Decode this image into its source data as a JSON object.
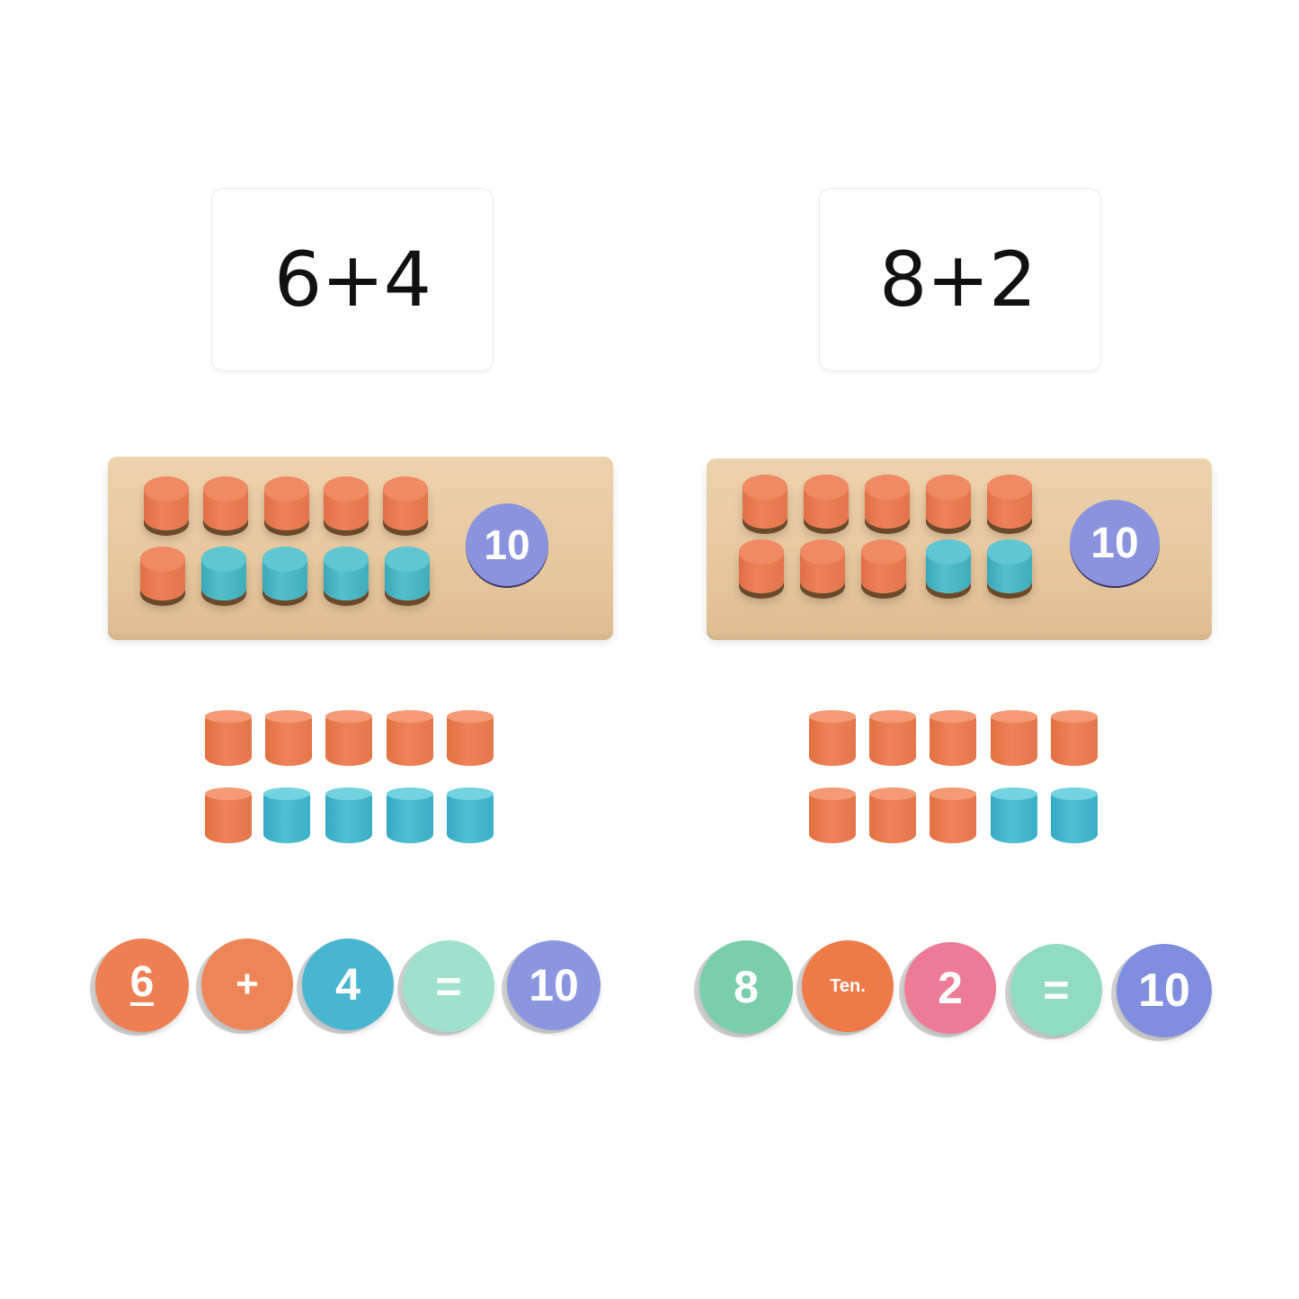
{
  "colors": {
    "orange": "#ED7D50",
    "blue": "#48B8C8",
    "mint": "#8DD9C3",
    "purple": "#8A93DE",
    "pink": "#EE7A93",
    "green": "#6CC9A4",
    "wood": "#E8CBA3"
  },
  "left": {
    "card_text": "6+4",
    "board": {
      "top_row": [
        "orange",
        "orange",
        "orange",
        "orange",
        "orange"
      ],
      "bottom_row": [
        "orange",
        "blue",
        "blue",
        "blue",
        "blue"
      ],
      "disc_label": "10"
    },
    "loose_pegs": {
      "top_row": [
        "orange",
        "orange",
        "orange",
        "orange",
        "orange"
      ],
      "bottom_row": [
        "orange",
        "blue",
        "blue",
        "blue",
        "blue"
      ]
    },
    "discs": [
      {
        "label": "6",
        "color": "#EE7F52"
      },
      {
        "label": "+",
        "color": "#EE8556"
      },
      {
        "label": "4",
        "color": "#48B6D0"
      },
      {
        "label": "=",
        "color": "#9EE2CD"
      },
      {
        "label": "10",
        "color": "#8A97E0"
      }
    ]
  },
  "right": {
    "card_text": "8+2",
    "board": {
      "top_row": [
        "orange",
        "orange",
        "orange",
        "orange",
        "orange"
      ],
      "bottom_row": [
        "orange",
        "orange",
        "orange",
        "blue",
        "blue"
      ],
      "disc_label": "10"
    },
    "loose_pegs": {
      "top_row": [
        "orange",
        "orange",
        "orange",
        "orange",
        "orange"
      ],
      "bottom_row": [
        "orange",
        "orange",
        "orange",
        "blue",
        "blue"
      ]
    },
    "discs": [
      {
        "label": "8",
        "color": "#79CFAA"
      },
      {
        "label": "Ten.",
        "color": "#EE7A48"
      },
      {
        "label": "2",
        "color": "#EE7B95"
      },
      {
        "label": "=",
        "color": "#92DBC3"
      },
      {
        "label": "10",
        "color": "#7F8EDE"
      }
    ]
  }
}
